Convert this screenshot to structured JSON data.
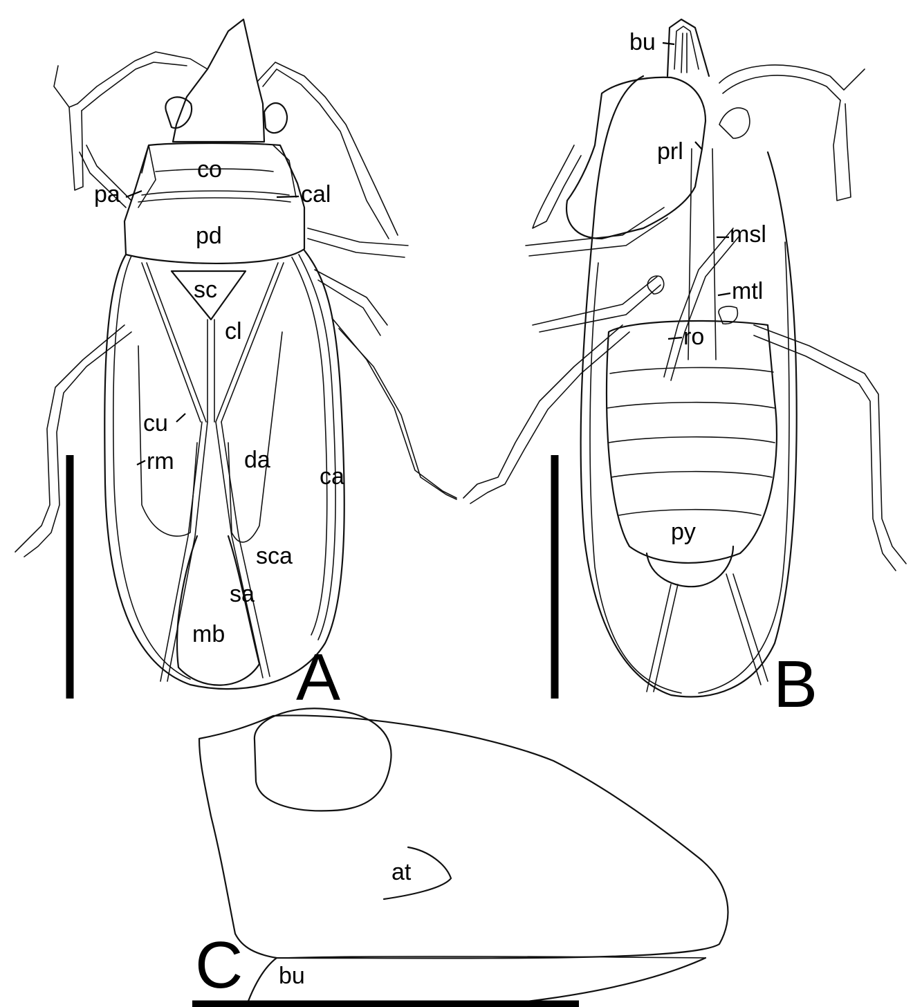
{
  "panels": [
    {
      "id": "A",
      "label": "A"
    },
    {
      "id": "B",
      "label": "B"
    },
    {
      "id": "C",
      "label": "C"
    }
  ],
  "labels": {
    "a": {
      "co": "co",
      "pa": "pa",
      "cal": "cal",
      "pd": "pd",
      "sc": "sc",
      "cl": "cl",
      "cu": "cu",
      "rm": "rm",
      "da": "da",
      "ca": "ca",
      "sca": "sca",
      "sa": "sa",
      "mb": "mb"
    },
    "b": {
      "bu": "bu",
      "prl": "prl",
      "msl": "msl",
      "mtl": "mtl",
      "ro": "ro",
      "py": "py"
    },
    "c": {
      "at": "at",
      "bu": "bu"
    }
  }
}
